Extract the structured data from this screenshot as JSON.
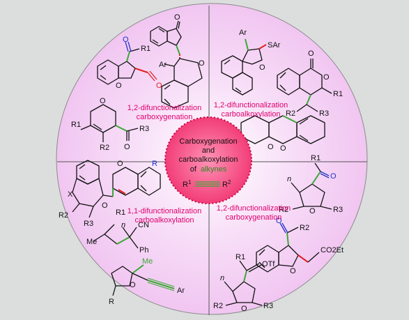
{
  "colors": {
    "background": "#dcdede",
    "disk": "#f1c6f1",
    "center_fill": "#f23d78",
    "center_border": "#c8003c",
    "caption": "#e0006e",
    "green": "#3aa835",
    "red": "#e02020",
    "blue": "#2030c8",
    "bond": "#111111"
  },
  "center": {
    "line1": "Carboxygenation",
    "line2": "and",
    "line3": "carboalkoxylation",
    "line4_prefix": "of",
    "line4_highlight": "alkynes",
    "formula_left": "R",
    "formula_left_sup": "1",
    "formula_right": "R",
    "formula_right_sup": "2"
  },
  "quadrants": {
    "top_left": {
      "caption_1": "1,2-difunctionalization",
      "caption_2": "carboxygenation"
    },
    "top_right": {
      "caption_1": "1,2-difunctionalization",
      "caption_2": "carboalkoxylation"
    },
    "bottom_left": {
      "caption_1": "1,1-difunctionalization",
      "caption_2": "carboalkoxylation"
    },
    "bottom_right": {
      "caption_1": "1,2-difunctionalization",
      "caption_2": "carboxygenation"
    }
  },
  "labels": {
    "o": "O",
    "ar": "Ar",
    "sar": "SAr",
    "r": "R",
    "r1": "R1",
    "r2": "R2",
    "r3": "R3",
    "x": "X",
    "n": "n",
    "cn": "CN",
    "ph": "Ph",
    "me": "Me",
    "co2et": "CO2Et",
    "otf": "OTf"
  }
}
